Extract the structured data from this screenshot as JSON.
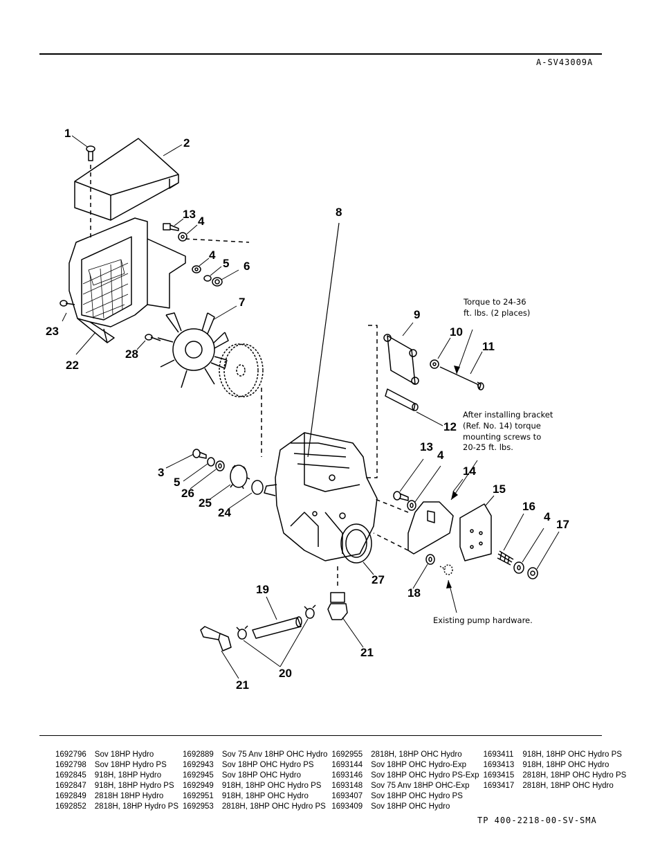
{
  "header": {
    "doc_code": "A-SV43009A"
  },
  "footer": {
    "tp_code": "TP 400-2218-00-SV-SMA"
  },
  "callouts": {
    "c1": "1",
    "c2": "2",
    "c3": "3",
    "c4a": "4",
    "c4b": "4",
    "c4c": "4",
    "c4d": "4",
    "c5a": "5",
    "c5b": "5",
    "c6": "6",
    "c7": "7",
    "c8": "8",
    "c9": "9",
    "c10": "10",
    "c11": "11",
    "c12": "12",
    "c13a": "13",
    "c13b": "13",
    "c14": "14",
    "c15": "15",
    "c16": "16",
    "c17": "17",
    "c18": "18",
    "c19": "19",
    "c20": "20",
    "c21a": "21",
    "c21b": "21",
    "c22": "22",
    "c23": "23",
    "c24": "24",
    "c25": "25",
    "c26": "26",
    "c27": "27",
    "c28": "28"
  },
  "notes": {
    "torque_line1": "Torque to 24-36",
    "torque_line2": "ft. lbs. (2 places)",
    "bracket_line1": "After installing bracket",
    "bracket_line2": "(Ref. No. 14) torque",
    "bracket_line3": "mounting screws to",
    "bracket_line4": "20-25 ft. lbs.",
    "existing": "Existing pump hardware."
  },
  "models": [
    [
      {
        "n": "1692796",
        "d": "Sov 18HP Hydro"
      },
      {
        "n": "1692889",
        "d": "Sov 75 Anv 18HP OHC Hydro"
      },
      {
        "n": "1692955",
        "d": "2818H, 18HP OHC Hydro"
      },
      {
        "n": "1693411",
        "d": "918H, 18HP OHC Hydro PS"
      }
    ],
    [
      {
        "n": "1692798",
        "d": "Sov 18HP Hydro PS"
      },
      {
        "n": "1692943",
        "d": "Sov 18HP OHC Hydro PS"
      },
      {
        "n": "1693144",
        "d": "Sov 18HP OHC Hydro-Exp"
      },
      {
        "n": "1693413",
        "d": "918H, 18HP OHC Hydro"
      }
    ],
    [
      {
        "n": "1692845",
        "d": "918H, 18HP Hydro"
      },
      {
        "n": "1692945",
        "d": "Sov 18HP OHC Hydro"
      },
      {
        "n": "1693146",
        "d": "Sov 18HP OHC Hydro PS-Exp"
      },
      {
        "n": "1693415",
        "d": "2818H, 18HP OHC Hydro PS"
      }
    ],
    [
      {
        "n": "1692847",
        "d": "918H, 18HP Hydro PS"
      },
      {
        "n": "1692949",
        "d": "918H, 18HP OHC Hydro PS"
      },
      {
        "n": "1693148",
        "d": "Sov 75 Anv 18HP OHC-Exp"
      },
      {
        "n": "1693417",
        "d": "2818H, 18HP OHC Hydro"
      }
    ],
    [
      {
        "n": "1692849",
        "d": "2818H 18HP Hydro"
      },
      {
        "n": "1692951",
        "d": "918H, 18HP OHC Hydro"
      },
      {
        "n": "1693407",
        "d": "Sov 18HP OHC Hydro PS"
      },
      {
        "n": "",
        "d": ""
      }
    ],
    [
      {
        "n": "1692852",
        "d": "2818H, 18HP Hydro PS"
      },
      {
        "n": "1692953",
        "d": "2818H, 18HP OHC Hydro PS"
      },
      {
        "n": "1693409",
        "d": "Sov 18HP OHC Hydro"
      },
      {
        "n": "",
        "d": ""
      }
    ]
  ]
}
